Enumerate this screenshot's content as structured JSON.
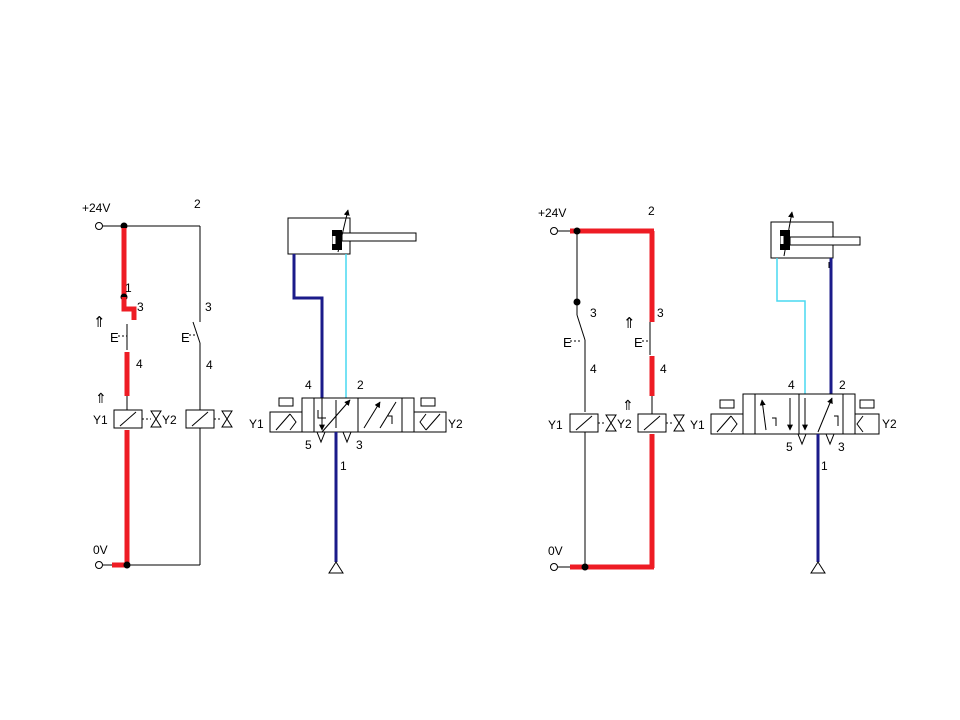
{
  "left": {
    "electrical": {
      "supply_label": "+24V",
      "ground_label": "0V",
      "branch2_label": "2",
      "s1_top_label": "1",
      "s1_right_label": "3",
      "s1_bottom_label": "4",
      "s2_top_label": "3",
      "s2_bottom_label": "4",
      "coil1_label": "Y1",
      "coil2_label": "Y2"
    },
    "pneumatic": {
      "sol_left_label": "Y1",
      "sol_right_label": "Y2",
      "port4_label": "4",
      "port2_label": "2",
      "port5_label": "5",
      "port3_label": "3",
      "port1_label": "1"
    }
  },
  "right": {
    "electrical": {
      "supply_label": "+24V",
      "ground_label": "0V",
      "branch2_label": "2",
      "s1_right_label": "3",
      "s1_bottom_label": "4",
      "s2_top_label": "3",
      "s2_bottom_label": "4",
      "coil1_label": "Y1",
      "coil2_label": "Y2"
    },
    "pneumatic": {
      "sol_left_label": "Y1",
      "sol_right_label": "Y2",
      "port4_label": "4",
      "port2_label": "2",
      "port5_label": "5",
      "port3_label": "3",
      "port1_label": "1"
    }
  },
  "colors": {
    "energized": "#ee1c24",
    "pressure_line": "#1b1b8a",
    "exhaust_line": "#49d9f0",
    "wire": "#000000"
  }
}
